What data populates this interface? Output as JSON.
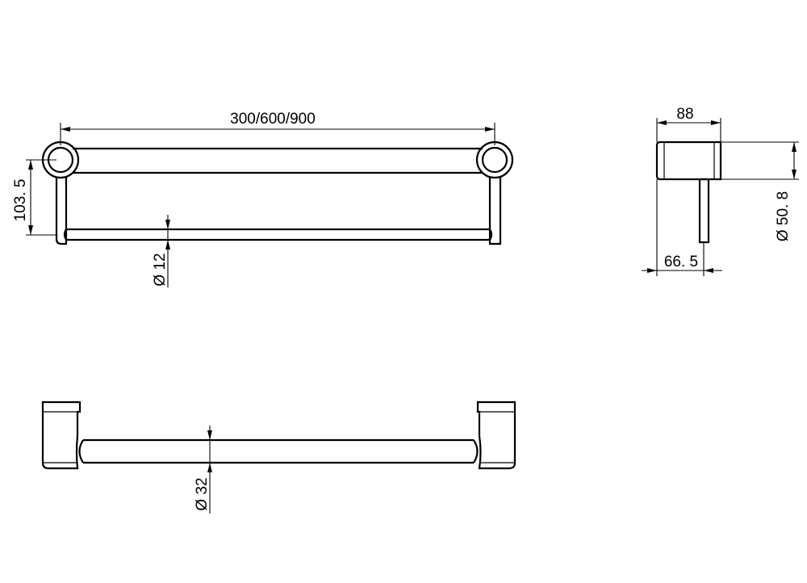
{
  "dimensions": {
    "overall_length": "300/600/900",
    "height": "103. 5",
    "lower_rail_diameter": "Ø 12",
    "main_bar_diameter": "Ø 32",
    "depth": "88",
    "mount_diameter": "Ø 50. 8",
    "rail_offset": "66. 5"
  },
  "colors": {
    "line": "#000000",
    "background": "#ffffff"
  }
}
